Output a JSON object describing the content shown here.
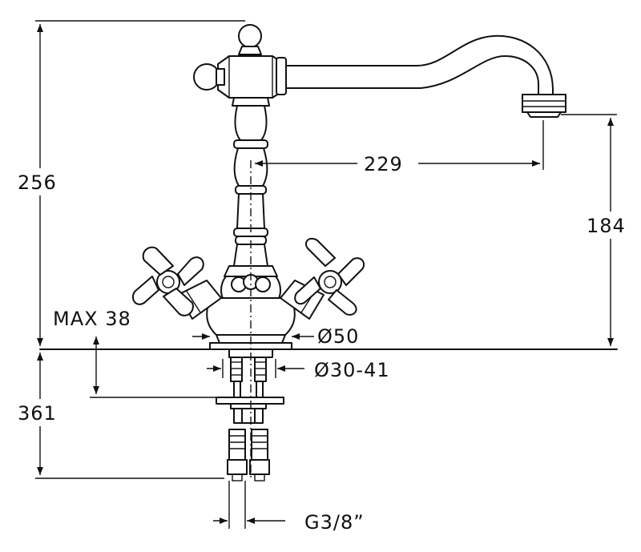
{
  "dimensions": {
    "total_height": "256",
    "reach": "229",
    "spout_height": "184",
    "max_thickness": "MAX 38",
    "base_diameter": "Ø50",
    "hole_diameter": "Ø30-41",
    "below_counter": "361",
    "connection": "G3/8”"
  }
}
